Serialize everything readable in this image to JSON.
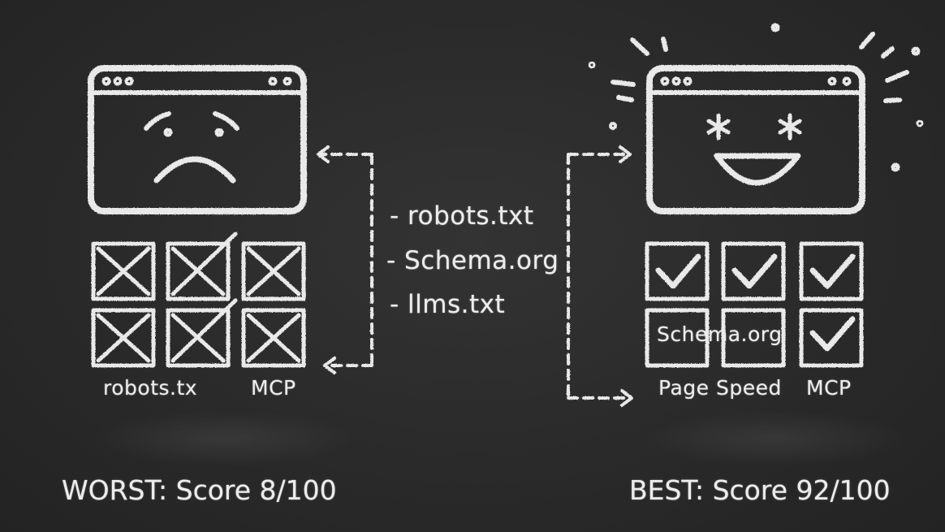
{
  "center_list": {
    "items": [
      "- robots.txt",
      "- Schema.org",
      "- llms.txt"
    ]
  },
  "left_panel": {
    "labels": [
      "robots.tx",
      "MCP"
    ],
    "score": "WORST: Score 8/100"
  },
  "right_panel": {
    "overlay_label": "Schema.org",
    "labels": [
      "Page Speed",
      "MCP"
    ],
    "score": "BEST: Score 92/100"
  },
  "colors": {
    "board": "#2b2b2b",
    "chalk": "#ececec"
  }
}
